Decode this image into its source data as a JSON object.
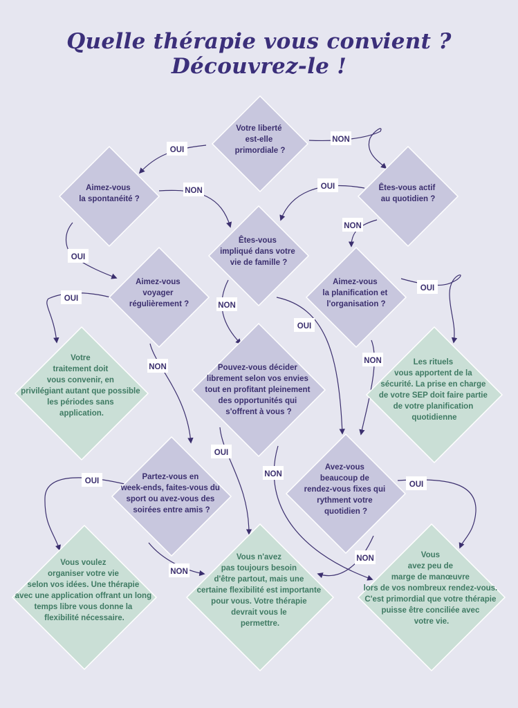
{
  "title": "Quelle thérapie vous convient ? Découvrez-le !",
  "questions": {
    "liberte": [
      "Votre liberté",
      "est-elle",
      "primordiale ?"
    ],
    "spontaneite": [
      "Aimez-vous",
      "la spontanéité ?"
    ],
    "actif": [
      "Êtes-vous actif",
      "au quotidien ?"
    ],
    "famille": [
      "Êtes-vous",
      "impliqué dans votre",
      "vie de famille ?"
    ],
    "voyager": [
      "Aimez-vous",
      "voyager",
      "régulièrement ?"
    ],
    "planification": [
      "Aimez-vous",
      "la planification et",
      "l'organisation ?"
    ],
    "decider": [
      "Pouvez-vous décider",
      "librement selon vos envies",
      "tout en profitant pleinement",
      "des opportunités qui",
      "s'offrent à vous ?"
    ],
    "weekends": [
      "Partez-vous en",
      "week-ends, faites-vous du",
      "sport ou avez-vous des",
      "soirées entre amis ?"
    ],
    "rendezvous": [
      "Avez-vous",
      "beaucoup de",
      "rendez-vous fixes qui",
      "rythment votre",
      "quotidien ?"
    ]
  },
  "results": {
    "traitement": [
      "Votre",
      "traitement doit",
      "vous convenir, en",
      "privilégiant autant que possible",
      "les périodes sans",
      "application."
    ],
    "rituels": [
      "Les rituels",
      "vous apportent de la",
      "sécurité. La prise en charge",
      "de votre SEP doit faire partie",
      "de votre planification",
      "quotidienne"
    ],
    "organiser": [
      "Vous voulez",
      "organiser votre vie",
      "selon vos idées. Une thérapie",
      "avec une application offrant un long",
      "temps libre vous donne la",
      "flexibilité nécessaire."
    ],
    "flexibilite": [
      "Vous n'avez",
      "pas toujours besoin",
      "d'être partout, mais une",
      "certaine flexibilité est importante",
      "pour vous. Votre thérapie",
      "devrait vous le",
      "permettre."
    ],
    "marge": [
      "Vous",
      "avez peu de",
      "marge de manœuvre",
      "lors de vos nombreux rendez-vous.",
      "C'est primordial que votre thérapie",
      "puisse être conciliée avec",
      "votre vie."
    ]
  },
  "labels": {
    "oui": "OUI",
    "non": "NON"
  },
  "colors": {
    "background": "#e6e6f0",
    "question_fill": "#c8c7de",
    "result_fill": "#cadfd6",
    "text_dark": "#3b2f6e",
    "text_green": "#3f7a63"
  }
}
